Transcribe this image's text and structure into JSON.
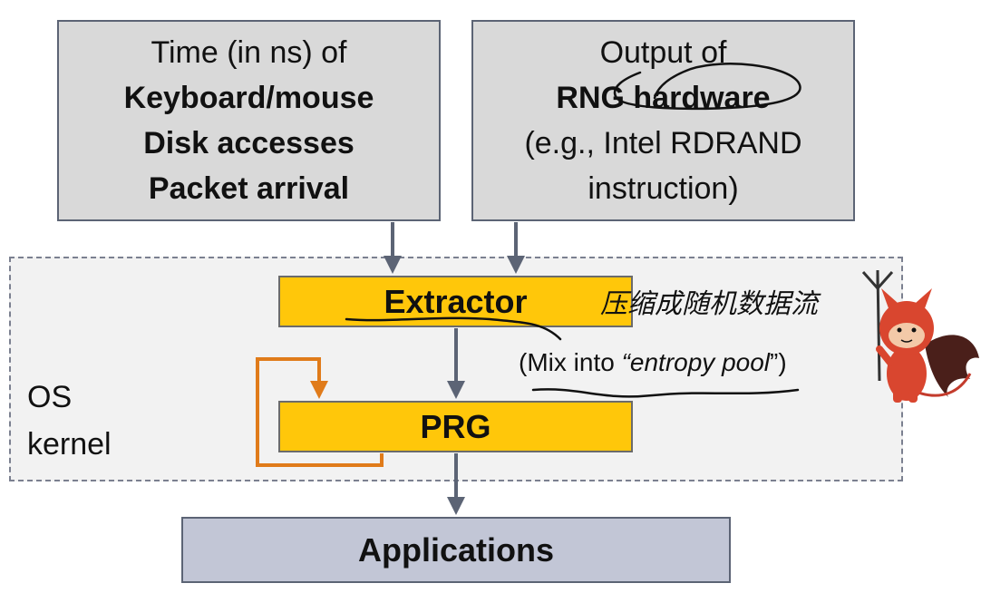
{
  "sources": {
    "left": {
      "line1": "Time (in ns) of",
      "line2": "Keyboard/mouse",
      "line3": "Disk accesses",
      "line4": "Packet arrival"
    },
    "right": {
      "line1": "Output of",
      "line2": "RNG hardware",
      "line3": "(e.g., Intel RDRAND",
      "line4": "instruction)"
    }
  },
  "kernel": {
    "label_line1": "OS",
    "label_line2": "kernel"
  },
  "extractor": {
    "label": "Extractor"
  },
  "prg": {
    "label": "PRG"
  },
  "mix_note": {
    "prefix": "(Mix into ",
    "italic": "“entropy pool",
    "suffix": "”)"
  },
  "applications": {
    "label": "Applications"
  },
  "handwritten_note": "压缩成随机数据流",
  "colors": {
    "source_fill": "#d9d9d9",
    "kernel_fill": "#f2f2f2",
    "component_fill": "#ffc70a",
    "applications_fill": "#c2c6d6",
    "arrow": "#5c6475",
    "feedback_arrow": "#e07b1a",
    "ink": "#111111"
  },
  "icons": {
    "devil": "devil-mascot-icon"
  }
}
